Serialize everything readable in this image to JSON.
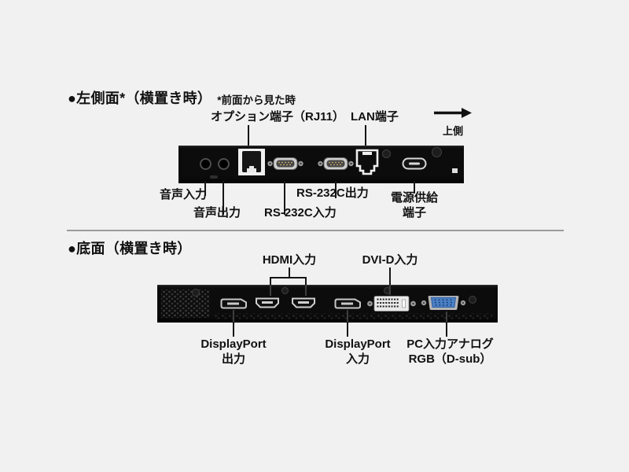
{
  "page": {
    "background": "#f1f1f1",
    "divider_color": "#9b9b9b"
  },
  "left_side_section": {
    "title": "●左側面*（横置き時）",
    "note": "*前面から見た時",
    "direction_arrow_label": "上側",
    "port_labels": {
      "option_rj11": "オプション端子（RJ11）",
      "lan": "LAN端子",
      "audio_in": "音声入力",
      "audio_out": "音声出力",
      "rs232c_in": "RS-232C入力",
      "rs232c_out": "RS-232C出力",
      "power_supply_line1": "電源供給",
      "power_supply_line2": "端子"
    },
    "ports": [
      "audio-in-jack",
      "audio-out-jack",
      "rj11-option-port",
      "rs232c-in-port",
      "rs232c-out-port",
      "lan-rj45-port",
      "power-supply-port"
    ]
  },
  "bottom_section": {
    "title": "●底面（横置き時）",
    "port_labels": {
      "hdmi_in": "HDMI入力",
      "dvi_d_in": "DVI-D入力",
      "dp_out_line1": "DisplayPort",
      "dp_out_line2": "出力",
      "dp_in_line1": "DisplayPort",
      "dp_in_line2": "入力",
      "pc_analog_line1": "PC入力アナログ",
      "pc_analog_line2": "RGB（D-sub）"
    },
    "ports": [
      "displayport-out-port",
      "hdmi-1-port",
      "hdmi-2-port",
      "displayport-in-port",
      "dvi-d-port",
      "vga-dsub-port"
    ]
  },
  "colors": {
    "panel_black": "#0c0c0c",
    "connector_silver": "#cfcfcf",
    "vga_blue": "#4a80c4",
    "text": "#111111"
  }
}
